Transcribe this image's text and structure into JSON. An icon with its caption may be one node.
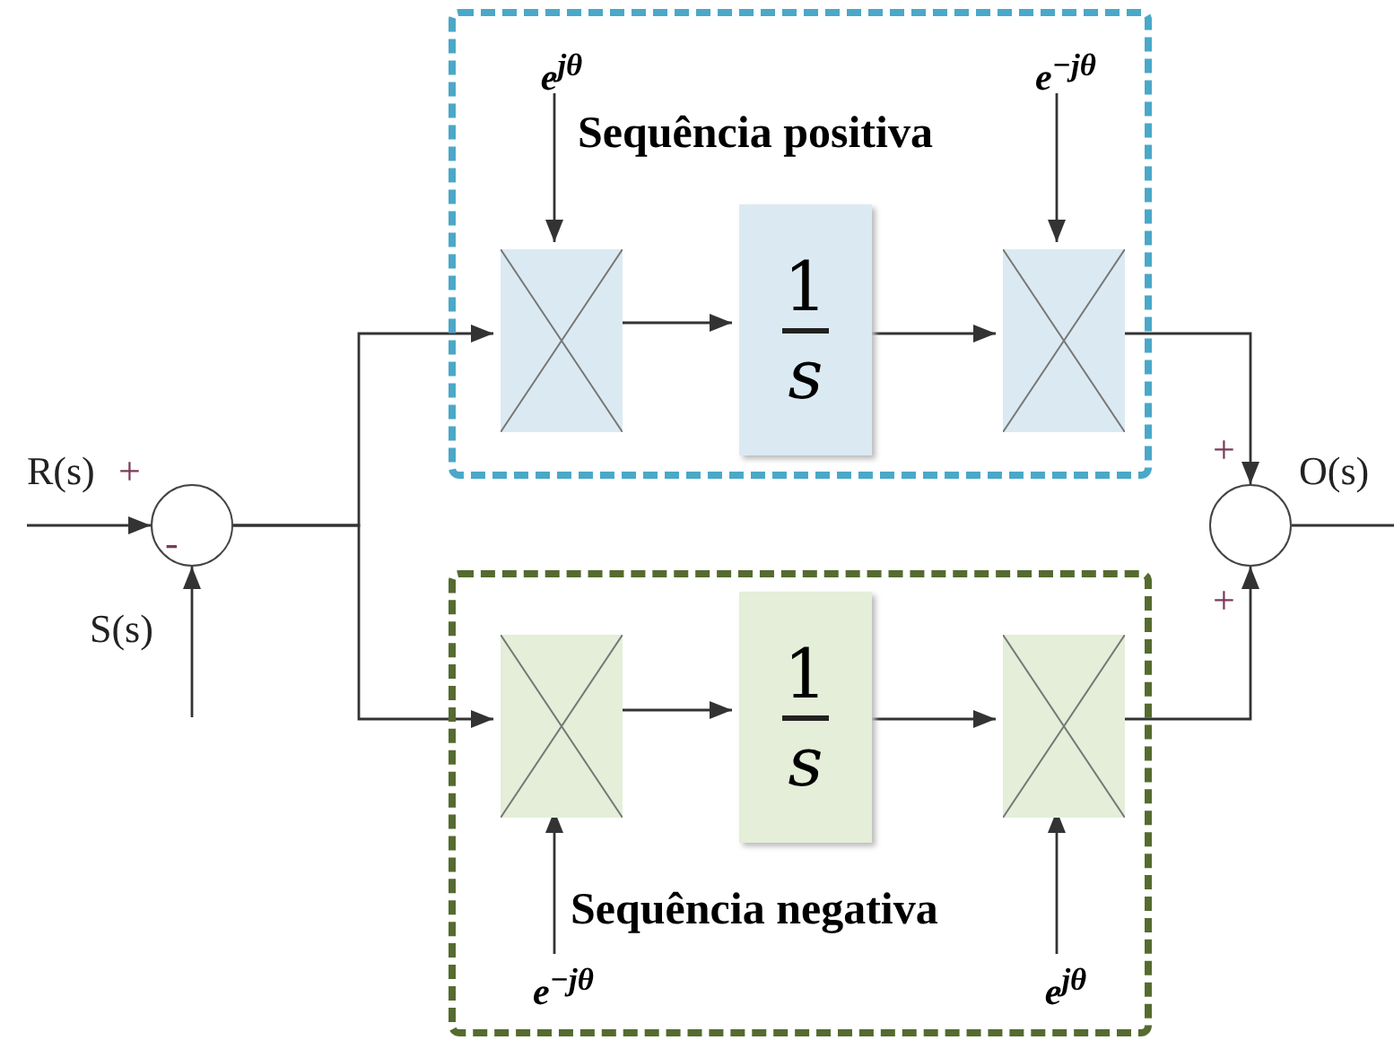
{
  "diagram": {
    "nodes": [
      {
        "text": [],
        "shape": "circle"
      },
      {
        "text": [
          "Sequência positiva"
        ]
      },
      {
        "text": [
          "e$^{jθ}$"
        ],
        "in": 1
      },
      {
        "text": [
          "e$^{−jθ}$"
        ],
        "in": 1
      },
      {
        "text": [],
        "shape": "box",
        "in": 1
      },
      {
        "text": [
          "1",
          "s"
        ],
        "in": 1
      },
      {
        "text": [],
        "shape": "box",
        "in": 1
      },
      {
        "text": [
          "Sequência negativa"
        ]
      },
      {
        "text": [],
        "shape": "box",
        "in": 7
      },
      {
        "text": [
          "1",
          "s"
        ],
        "in": 7
      },
      {
        "text": [],
        "shape": "box",
        "in": 7
      },
      {
        "text": [
          "e$^{−jθ}$"
        ],
        "in": 7
      },
      {
        "text": [
          "e$^{jθ}$"
        ],
        "in": 7
      },
      {
        "text": [],
        "shape": "circle"
      }
    ],
    "edges": [
      {
        "from": null,
        "to": 0,
        "arrow": "to"
      },
      {
        "from": null,
        "to": 0,
        "arrow": "to"
      },
      {
        "from": 0,
        "to": 4,
        "arrow": "to"
      },
      {
        "from": 0,
        "to": 8,
        "arrow": "to"
      },
      {
        "from": 2,
        "to": 4,
        "arrow": "to"
      },
      {
        "from": 4,
        "to": 5,
        "arrow": "to"
      },
      {
        "from": 5,
        "to": 6,
        "arrow": "to"
      },
      {
        "from": 3,
        "to": 6,
        "arrow": "to"
      },
      {
        "from": 6,
        "to": 13,
        "arrow": "to"
      },
      {
        "from": 8,
        "to": 9,
        "arrow": "to"
      },
      {
        "from": 9,
        "to": 10,
        "arrow": "to"
      },
      {
        "from": 11,
        "to": 8,
        "arrow": "to"
      },
      {
        "from": 12,
        "to": 10,
        "arrow": "to"
      },
      {
        "from": 10,
        "to": 13,
        "arrow": "to"
      },
      {
        "from": 13,
        "to": null,
        "arrow": "none"
      }
    ],
    "labels": [
      "+",
      "R(s)",
      "+",
      "O(s)",
      "-",
      "+",
      "S(s)"
    ]
  }
}
